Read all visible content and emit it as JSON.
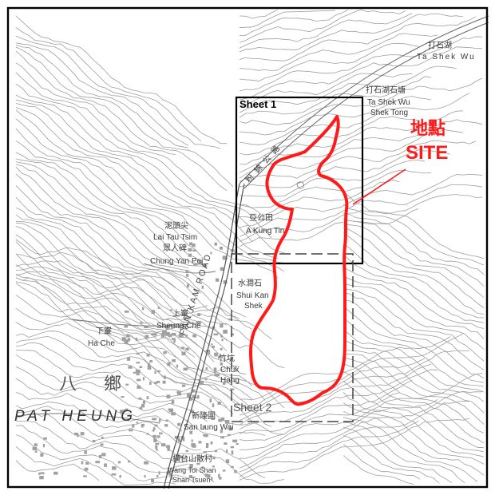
{
  "sheets": {
    "sheet1": "Sheet 1",
    "sheet2": "Sheet 2"
  },
  "site": {
    "label_zh": "地點",
    "label_en": "SITE"
  },
  "places": {
    "ta_shek_wu_zh": "打石湖",
    "ta_shek_wu_en": "Ta Shek Wu",
    "ta_shek_wu_shek_tong_zh": "打石湖石塘",
    "ta_shek_wu_shek_tong_en1": "Ta Shek Wu",
    "ta_shek_wu_shek_tong_en2": "Shek Tong",
    "a_kung_tin_zh": "亞公田",
    "a_kung_tin_en": "A Kung Tin",
    "lai_tau_tsim_zh": "泥頭尖",
    "lai_tau_tsim_en": "Lai Tau Tsim",
    "chung_yan_pei_zh": "眾人碑",
    "chung_yan_pei_en": "Chung Yan Pei",
    "shui_kan_shek_zh": "水澗石",
    "shui_kan_shek_en1": "Shui Kan",
    "shui_kan_shek_en2": "Shek",
    "sheung_che_zh": "上輋",
    "sheung_che_en": "Sheung Che",
    "ha_che_zh": "下輋",
    "ha_che_en": "Ha Che",
    "chuk_hang_zh": "竹坑",
    "chuk_hang_en1": "Chuk",
    "chuk_hang_en2": "Hang",
    "pat_heung_zh1": "八",
    "pat_heung_zh2": "鄉",
    "pat_heung_en": "PAT HEUNG",
    "san_lung_wai_zh": "新隆圍",
    "san_lung_wai_en": "San Lung Wai",
    "wang_toi_shan_zh": "橫台山散村",
    "wang_toi_shan_en1": "Wang Toi Shan",
    "wang_toi_shan_en2": "Shan Tsuen",
    "fan_kam_road": "FAN KAM ROAD",
    "road_zh": "粉錦公路"
  },
  "colors": {
    "site": "#ff1a1a",
    "contour": "#9a9a9a",
    "frame": "#000000"
  }
}
